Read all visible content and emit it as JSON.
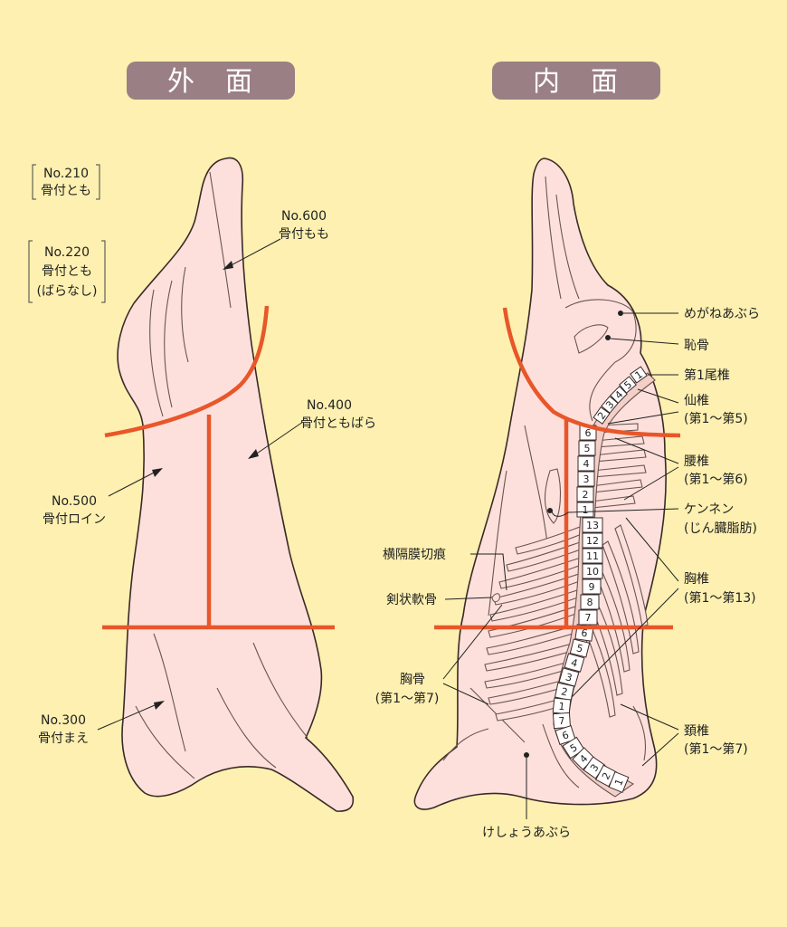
{
  "headers": {
    "outer": "外　面",
    "inner": "内　面"
  },
  "outer_labels": {
    "no210_code": "No.210",
    "no210_name": "骨付とも",
    "no220_code": "No.220",
    "no220_name": "骨付とも",
    "no220_note": "(ばらなし)",
    "no600_code": "No.600",
    "no600_name": "骨付もも",
    "no400_code": "No.400",
    "no400_name": "骨付ともばら",
    "no500_code": "No.500",
    "no500_name": "骨付ロイン",
    "no300_code": "No.300",
    "no300_name": "骨付まえ"
  },
  "inner_labels": {
    "megane": "めがねあぶら",
    "chikotsu": "恥骨",
    "biitsui": "第1尾椎",
    "sentsui": "仙椎",
    "sentsui_range": "(第1～第5)",
    "yotsui": "腰椎",
    "yotsui_range": "(第1～第6)",
    "kennen": "ケンネン",
    "kennen_note": "(じん臓脂肪)",
    "oukaku": "横隔膜切痕",
    "kenjo": "剣状軟骨",
    "kyotsui": "胸椎",
    "kyotsui_range": "(第1～第13)",
    "kyokotsu": "胸骨",
    "kyokotsu_range": "(第1～第7)",
    "keitsui": "頚椎",
    "keitsui_range": "(第1～第7)",
    "kesho": "けしょうあぶら"
  },
  "vertebrae": {
    "sacral": [
      "1",
      "5",
      "4",
      "3",
      "2"
    ],
    "lumbar": [
      "6",
      "5",
      "4",
      "3",
      "2",
      "1"
    ],
    "thoracic": [
      "13",
      "12",
      "11",
      "10",
      "9",
      "8",
      "7",
      "6",
      "5",
      "4",
      "3",
      "2",
      "1"
    ],
    "cervical": [
      "7",
      "6",
      "5",
      "4",
      "3",
      "2",
      "1"
    ]
  },
  "colors": {
    "background": "#fdf0b0",
    "carcass": "#fde0dc",
    "cut_line": "#e8562a",
    "header_pill": "#9a7f84"
  }
}
